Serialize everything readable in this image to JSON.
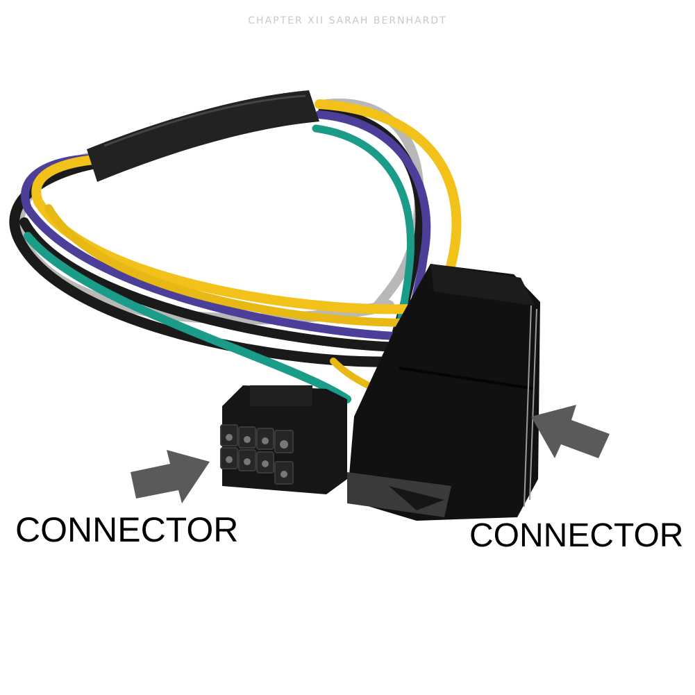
{
  "header": {
    "title": "CHAPTER XII SARAH BERNHARDT"
  },
  "image": {
    "subject": "24-pin to 8-pin PSU adapter cable",
    "wire_colors": {
      "yellow": "#f2c21a",
      "purple": "#4b3f9a",
      "green": "#1a9c88",
      "black": "#1a1a1a",
      "gray": "#b8b8b8"
    },
    "connector_color": "#121212",
    "sleeve_color": "#222222",
    "arrow_color": "#5a5a5a"
  },
  "labels": {
    "left": "CONNECTOR",
    "right": "CONNECTOR"
  },
  "icons": {
    "left_arrow": "arrow-right-up-icon",
    "right_arrow": "arrow-left-up-icon"
  }
}
